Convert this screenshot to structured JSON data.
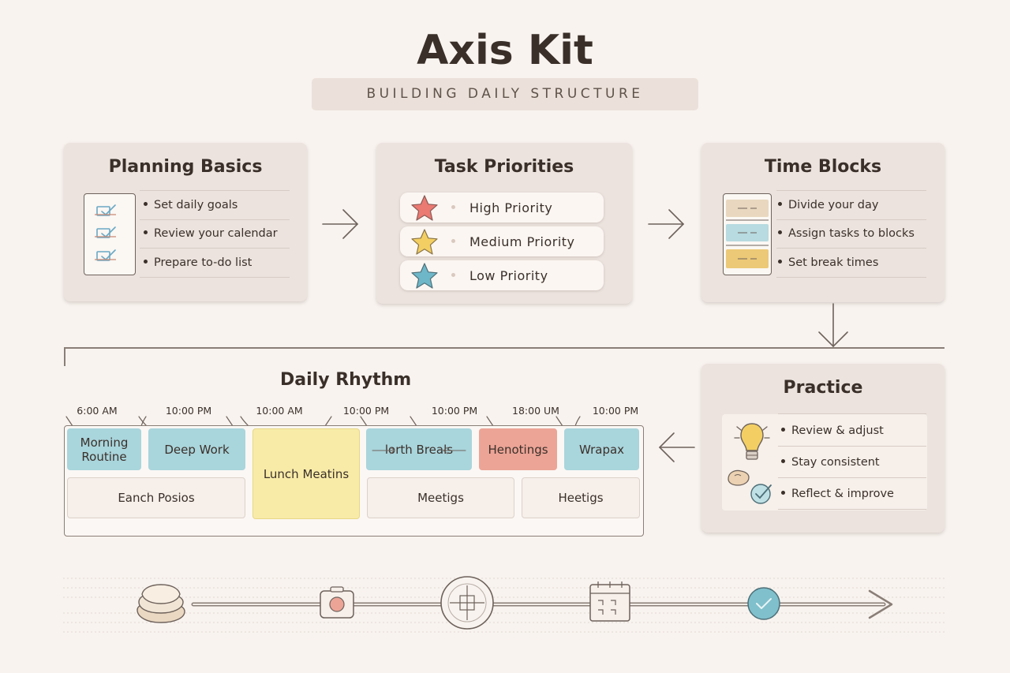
{
  "header": {
    "title": "Axis Kit",
    "subtitle": "BUILDING DAILY STRUCTURE"
  },
  "planning": {
    "title": "Planning Basics",
    "items": [
      "Set daily goals",
      "Review your calendar",
      "Prepare to-do list"
    ]
  },
  "priorities": {
    "title": "Task Priorities",
    "items": [
      {
        "label": "High Priority",
        "color": "#ea7a72"
      },
      {
        "label": "Medium Priority",
        "color": "#f3cf63"
      },
      {
        "label": "Low Priority",
        "color": "#6eb7c8"
      }
    ]
  },
  "time_blocks": {
    "title": "Time Blocks",
    "items": [
      "Divide your day",
      "Assign tasks to blocks",
      "Set break times"
    ]
  },
  "practice": {
    "title": "Practice",
    "items": [
      "Review & adjust",
      "Stay consistent",
      "Reflect & improve"
    ]
  },
  "rhythm": {
    "title": "Daily Rhythm",
    "times": [
      "6:00 AM",
      "10:00 PM",
      "10:00 AM",
      "10:00 PM",
      "10:00 PM",
      "18:00 UM",
      "10:00 PM"
    ],
    "blocks": {
      "morning": "Morning Routine",
      "deep_work": "Deep Work",
      "lunch": "Lunch Meatins",
      "breaks": "lorth Breals",
      "henotings": "Henotings",
      "wrapax": "Wrapax",
      "eanch": "Eanch Posios",
      "meetigs": "Meetigs",
      "heetigs": "Heetigs"
    }
  },
  "colors": {
    "background": "#f8f3ef",
    "card": "#ece3de",
    "blue_block": "#a9d5dc",
    "yellow_block": "#f8eba8",
    "salmon_block": "#eca496"
  }
}
